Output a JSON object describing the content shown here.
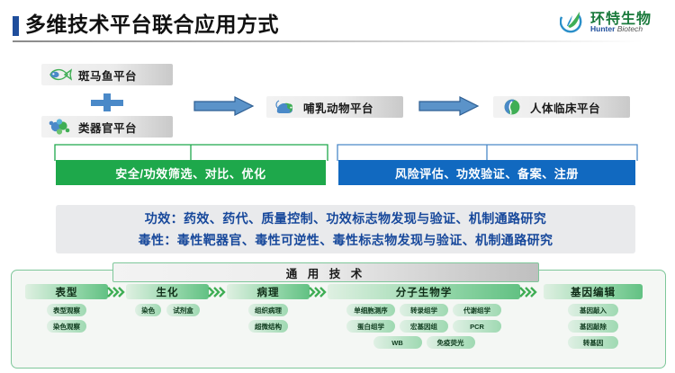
{
  "header": {
    "title": "多维技术平台联合应用方式",
    "accent_color": "#1f4e9c",
    "logo": {
      "icon": "leaf-swirl-logo-icon",
      "cn": "环特生物",
      "en_bold": "Hunter",
      "en_light": " Biotech"
    }
  },
  "platforms": {
    "zebrafish": {
      "icon": "fish-icon",
      "label": "斑马鱼平台"
    },
    "organoid": {
      "icon": "organoid-icon",
      "label": "类器官平台"
    },
    "mammal": {
      "icon": "mouse-icon",
      "label": "哺乳动物平台"
    },
    "human": {
      "icon": "human-head-icon",
      "label": "人体临床平台"
    },
    "plus_icon": "plus-icon",
    "arrow_1_icon": "right-arrow-icon",
    "arrow_2_icon": "right-arrow-icon"
  },
  "bands": {
    "green": {
      "label": "安全/功效筛选、对比、优化",
      "color": "#1ea84b"
    },
    "blue": {
      "label": "风险评估、功效验证、备案、注册",
      "color": "#1169c0"
    }
  },
  "summary": {
    "line1": "功效：药效、药代、质量控制、功效标志物发现与验证、机制通路研究",
    "line2": "毒性：毒性靶器官、毒性可逆性、毒性标志物发现与验证、机制通路研究",
    "text_color": "#17489b"
  },
  "tech": {
    "heading": "通 用 技 术",
    "chevron_icon": "triple-chevron-right-icon",
    "columns": [
      {
        "title": "表型",
        "pills": [
          "表型观察",
          "染色观察"
        ]
      },
      {
        "title": "生化",
        "pills": [
          "染色",
          "试剂盒"
        ]
      },
      {
        "title": "病理",
        "pills": [
          "组织病理",
          "超微结构"
        ]
      },
      {
        "title": "分子生物学",
        "pills": [
          "单细胞测序",
          "转录组学",
          "代谢组学",
          "蛋白组学",
          "宏基因组",
          "PCR",
          "WB",
          "免疫荧光"
        ]
      },
      {
        "title": "基因编辑",
        "pills": [
          "基因敲入",
          "基因敲除",
          "转基因"
        ]
      }
    ]
  }
}
